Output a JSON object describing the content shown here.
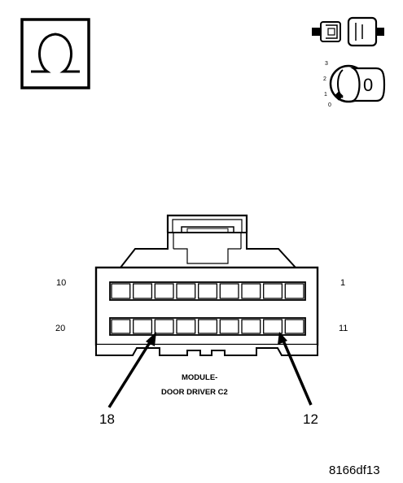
{
  "ohm_symbol": {
    "icon": "ohm-symbol-icon"
  },
  "ignition": {
    "connector_icon": "disconnected-connector-icon",
    "key_icon": "ignition-key-icon",
    "positions": [
      "3",
      "2",
      "1",
      "0"
    ],
    "key_label": "0"
  },
  "connector": {
    "pins_per_row": 9,
    "top_row": {
      "left_label": "10",
      "right_label": "1"
    },
    "bottom_row": {
      "left_label": "20",
      "right_label": "11"
    },
    "name_line1": "MODULE-",
    "name_line2": "DOOR DRIVER C2"
  },
  "callouts": {
    "left": {
      "label": "18",
      "pin": 18
    },
    "right": {
      "label": "12",
      "pin": 12
    }
  },
  "figure_ref": "8166df13"
}
